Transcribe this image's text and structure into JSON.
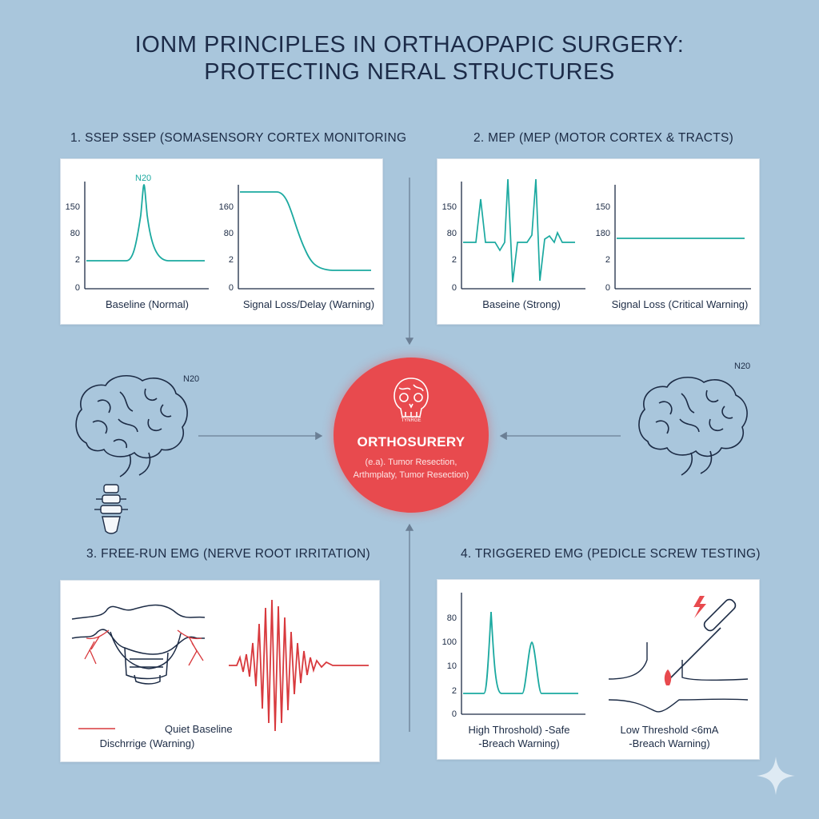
{
  "title": {
    "line1": "IONM PRINCIPLES IN ORTHAOPAPIC SURGERY:",
    "line2": "PROTECTING NERAL STRUCTURES"
  },
  "sections": {
    "ssep": {
      "label": "1. SSEP  SSEP (SOMASENSORY CORTEX MONITORING",
      "left": {
        "caption": "Baseline (Normal)",
        "peak_label": "N20",
        "ticks": [
          "150",
          "80",
          "2",
          "0"
        ]
      },
      "right": {
        "caption": "Signal Loss/Delay (Warning)",
        "ticks": [
          "160",
          "80",
          "2",
          "0"
        ]
      }
    },
    "mep": {
      "label": "2. MEP (MEP (MOTOR CORTEX & TRACTS)",
      "left": {
        "caption": "Baseine (Strong)",
        "ticks": [
          "150",
          "80",
          "2",
          "0"
        ]
      },
      "right": {
        "caption": "Signal Loss (Critical Warning)",
        "ticks": [
          "150",
          "180",
          "2",
          "0"
        ]
      }
    },
    "emg_free": {
      "label": "3. FREE-RUN EMG (NERVE ROOT IRRITATION)",
      "legend_1": "Quiet Baseline",
      "legend_2": "Dischrrige (Warning)"
    },
    "emg_trig": {
      "label": "4. TRIGGERED EMG (PEDICLE SCREW TESTING)",
      "ticks": [
        "80",
        "100",
        "10",
        "2",
        "0"
      ],
      "caption_left_1": "High Throshold) -Safe",
      "caption_left_2": "-Breach Warning)",
      "caption_right_1": "Low Threshold <6mA",
      "caption_right_2": "-Breach Warning)"
    }
  },
  "center": {
    "title": "ORTHOSURERY",
    "skull_text": "TYNRGE",
    "sub_line1": "(e.a). Tumor Resection,",
    "sub_line2": "Arthmplaty, Tumor Resection)"
  },
  "side_labels": {
    "left_n20": "N20",
    "right_n20": "N20"
  },
  "icons": [
    "brain-icon",
    "spine-icon",
    "skull-icon",
    "lightning-icon",
    "probe-icon",
    "sparkle-icon"
  ],
  "colors": {
    "background": "#a9c6dc",
    "waveform": "#1ba9a0",
    "alert": "#e84a4e",
    "ink": "#1c2b45"
  }
}
